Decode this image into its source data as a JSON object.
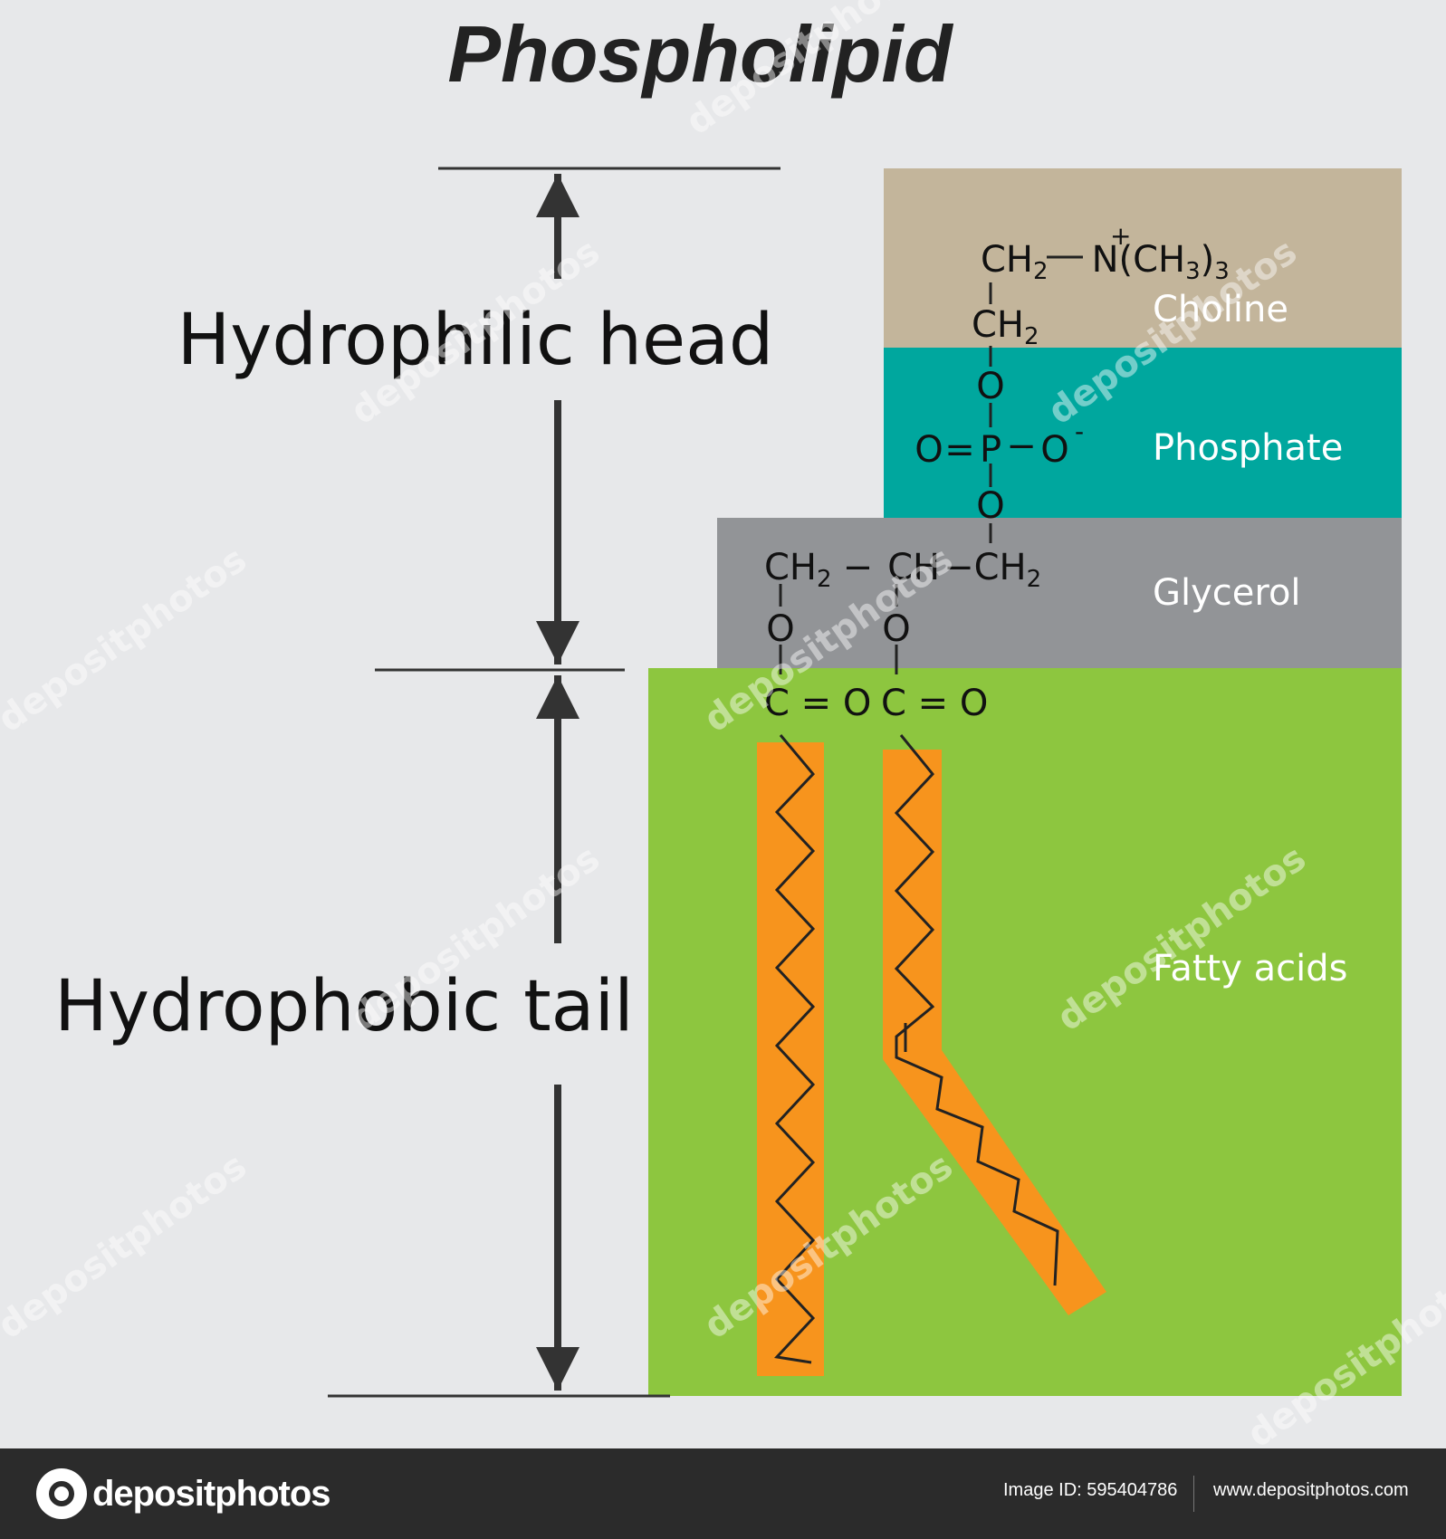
{
  "title": "Phospholipid",
  "head_label": "Hydrophilic head",
  "tail_label": "Hydrophobic tail",
  "regions": {
    "choline": {
      "label": "Choline",
      "color": "#c3b59b"
    },
    "phosphate": {
      "label": "Phosphate",
      "color": "#00a79e"
    },
    "glycerol": {
      "label": "Glycerol",
      "color": "#929497"
    },
    "fatty_acids": {
      "label": "Fatty acids",
      "color": "#8dc63f"
    }
  },
  "tail_color": "#f7941d",
  "chem": {
    "choline_top": {
      "ch2": "CH",
      "sub": "2",
      "n": "N",
      "plus": "+",
      "ch3": "(CH",
      "ch3_sub": "3",
      "close": ")",
      "close_sub": "3"
    },
    "choline_ch2": {
      "text": "CH",
      "sub": "2"
    },
    "phosphate_o_top": "O",
    "phosphate_o_left": "O",
    "phosphate_eq": "=",
    "phosphate_p": "P",
    "phosphate_dash": "−",
    "phosphate_o_right": "O",
    "phosphate_minus": "-",
    "phosphate_o_bottom": "O",
    "glycerol": {
      "ch2_a": "CH",
      "sub_a": "2",
      "dash1": "−",
      "ch": "CH",
      "dash2": "−",
      "ch2_b": "CH",
      "sub_b": "2"
    },
    "ester_o_left": "O",
    "ester_o_right": "O",
    "carbonyl_left": "C = O",
    "carbonyl_right": "C = O"
  },
  "watermark": "depositphotos",
  "footer": {
    "brand": "depositphotos",
    "image_id": "Image ID: 595404786",
    "site": "www.depositphotos.com"
  }
}
